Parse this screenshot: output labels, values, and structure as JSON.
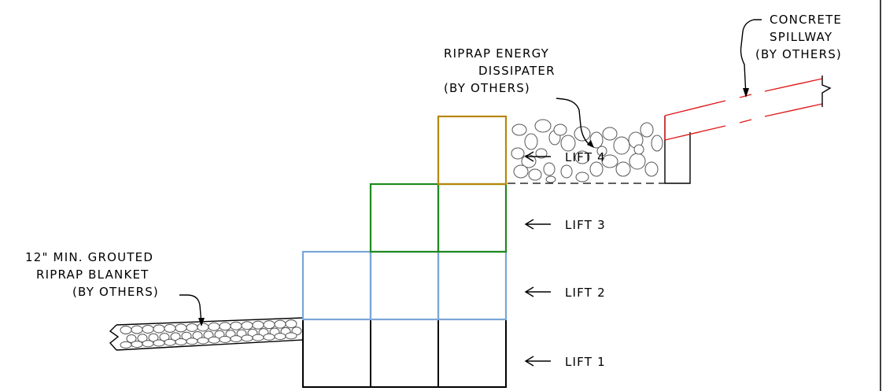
{
  "labels": {
    "spillway": [
      "CONCRETE",
      "SPILLWAY",
      "(BY OTHERS)"
    ],
    "dissipater": [
      "RIPRAP ENERGY",
      "DISSIPATER",
      "(BY OTHERS)"
    ],
    "blanket": [
      "12\" MIN. GROUTED",
      "RIPRAP BLANKET",
      "(BY OTHERS)"
    ],
    "lifts": [
      "LIFT 4",
      "LIFT 3",
      "LIFT 2",
      "LIFT 1"
    ]
  },
  "colors": {
    "lift1": "#000000",
    "lift2": "#7aa6d6",
    "lift3": "#1e8a1e",
    "lift4": "#b8860b",
    "spillway": "#e01b1b"
  }
}
